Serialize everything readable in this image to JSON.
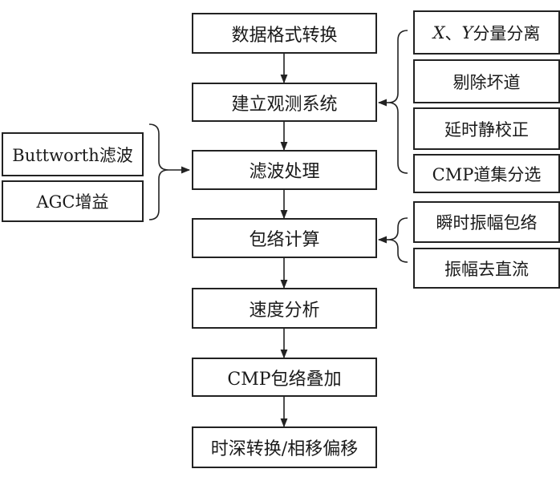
{
  "main_steps": [
    "数据格式转换",
    "建立观测系统",
    "滤波处理",
    "包络计算",
    "速度分析",
    "CMP包络叠加",
    "时深转换/相移偏移"
  ],
  "observation_substeps": {
    "xy_split": {
      "x": "X",
      "sep": "、",
      "y": "Y",
      "rest": "分量分离"
    },
    "items": [
      "剔除坏道",
      "延时静校正",
      "CMP道集分选"
    ]
  },
  "filter_substeps": [
    "Buttworth滤波",
    "AGC增益"
  ],
  "envelope_substeps": [
    "瞬时振幅包络",
    "振幅去直流"
  ]
}
